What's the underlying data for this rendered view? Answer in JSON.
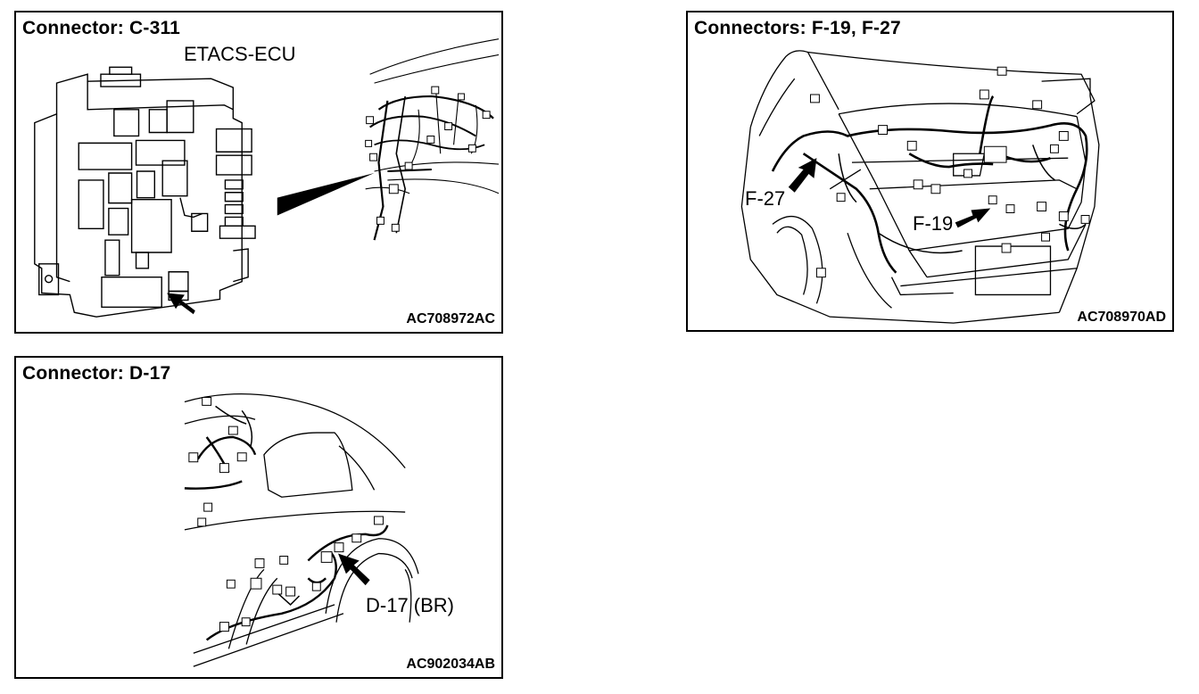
{
  "panels": [
    {
      "title": "Connector: C-311",
      "label": "ETACS-ECU",
      "code": "AC708972AC"
    },
    {
      "title": "Connectors: F-19, F-27",
      "labels": [
        "F-27",
        "F-19"
      ],
      "code": "AC708970AD"
    },
    {
      "title": "Connector: D-17",
      "label": "D-17 (BR)",
      "code": "AC902034AB"
    }
  ]
}
